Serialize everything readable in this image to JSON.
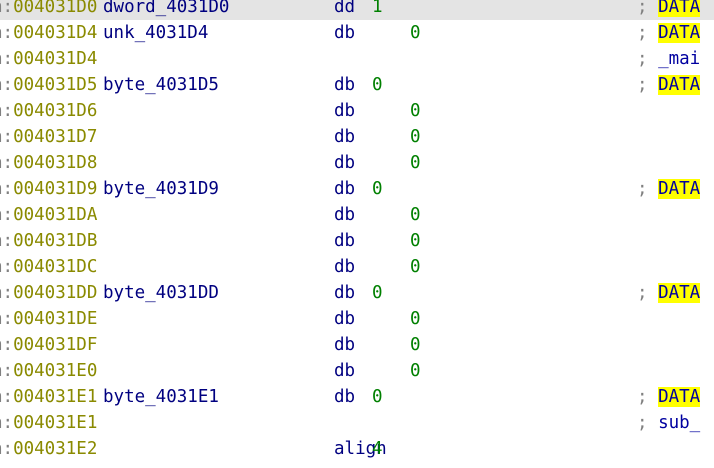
{
  "window": {
    "title": ""
  },
  "rows": [
    {
      "segment": "a:",
      "offset": "004031D0",
      "label": "dword_4031D0",
      "mnemonic": "dd",
      "operand": "1",
      "operand_style": "narrow",
      "comment": "DATA",
      "comment_highlight": true,
      "highlighted": true
    },
    {
      "segment": "a:",
      "offset": "004031D4",
      "label": "unk_4031D4",
      "mnemonic": "db",
      "operand": "0",
      "operand_style": "wide",
      "comment": "DATA",
      "comment_highlight": true
    },
    {
      "segment": "a:",
      "offset": "004031D4",
      "label": "",
      "mnemonic": "",
      "operand": "",
      "comment": "_mai",
      "comment_highlight": false
    },
    {
      "segment": "a:",
      "offset": "004031D5",
      "label": "byte_4031D5",
      "mnemonic": "db",
      "operand": "0",
      "operand_style": "narrow",
      "comment": "DATA",
      "comment_highlight": true
    },
    {
      "segment": "a:",
      "offset": "004031D6",
      "label": "",
      "mnemonic": "db",
      "operand": "0",
      "operand_style": "wide",
      "comment": ""
    },
    {
      "segment": "a:",
      "offset": "004031D7",
      "label": "",
      "mnemonic": "db",
      "operand": "0",
      "operand_style": "wide",
      "comment": ""
    },
    {
      "segment": "a:",
      "offset": "004031D8",
      "label": "",
      "mnemonic": "db",
      "operand": "0",
      "operand_style": "wide",
      "comment": ""
    },
    {
      "segment": "a:",
      "offset": "004031D9",
      "label": "byte_4031D9",
      "mnemonic": "db",
      "operand": "0",
      "operand_style": "narrow",
      "comment": "DATA",
      "comment_highlight": true
    },
    {
      "segment": "a:",
      "offset": "004031DA",
      "label": "",
      "mnemonic": "db",
      "operand": "0",
      "operand_style": "wide",
      "comment": ""
    },
    {
      "segment": "a:",
      "offset": "004031DB",
      "label": "",
      "mnemonic": "db",
      "operand": "0",
      "operand_style": "wide",
      "comment": ""
    },
    {
      "segment": "a:",
      "offset": "004031DC",
      "label": "",
      "mnemonic": "db",
      "operand": "0",
      "operand_style": "wide",
      "comment": ""
    },
    {
      "segment": "a:",
      "offset": "004031DD",
      "label": "byte_4031DD",
      "mnemonic": "db",
      "operand": "0",
      "operand_style": "narrow",
      "comment": "DATA",
      "comment_highlight": true
    },
    {
      "segment": "a:",
      "offset": "004031DE",
      "label": "",
      "mnemonic": "db",
      "operand": "0",
      "operand_style": "wide",
      "comment": ""
    },
    {
      "segment": "a:",
      "offset": "004031DF",
      "label": "",
      "mnemonic": "db",
      "operand": "0",
      "operand_style": "wide",
      "comment": ""
    },
    {
      "segment": "a:",
      "offset": "004031E0",
      "label": "",
      "mnemonic": "db",
      "operand": "0",
      "operand_style": "wide",
      "comment": ""
    },
    {
      "segment": "a:",
      "offset": "004031E1",
      "label": "byte_4031E1",
      "mnemonic": "db",
      "operand": "0",
      "operand_style": "narrow",
      "comment": "DATA",
      "comment_highlight": true
    },
    {
      "segment": "a:",
      "offset": "004031E1",
      "label": "",
      "mnemonic": "",
      "operand": "",
      "comment": "sub_",
      "comment_highlight": false
    },
    {
      "segment": "a:",
      "offset": "004031E2",
      "label": "",
      "mnemonic": "align",
      "operand": "4",
      "operand_style": "narrow",
      "comment": ""
    }
  ],
  "colors": {
    "segment": "#808080",
    "offset": "#8a8a00",
    "label": "#000080",
    "mnemonic": "#000080",
    "operand": "#008000",
    "comment": "#0000a0",
    "highlight": "#ffff00",
    "current_line": "#e4e4e4"
  }
}
